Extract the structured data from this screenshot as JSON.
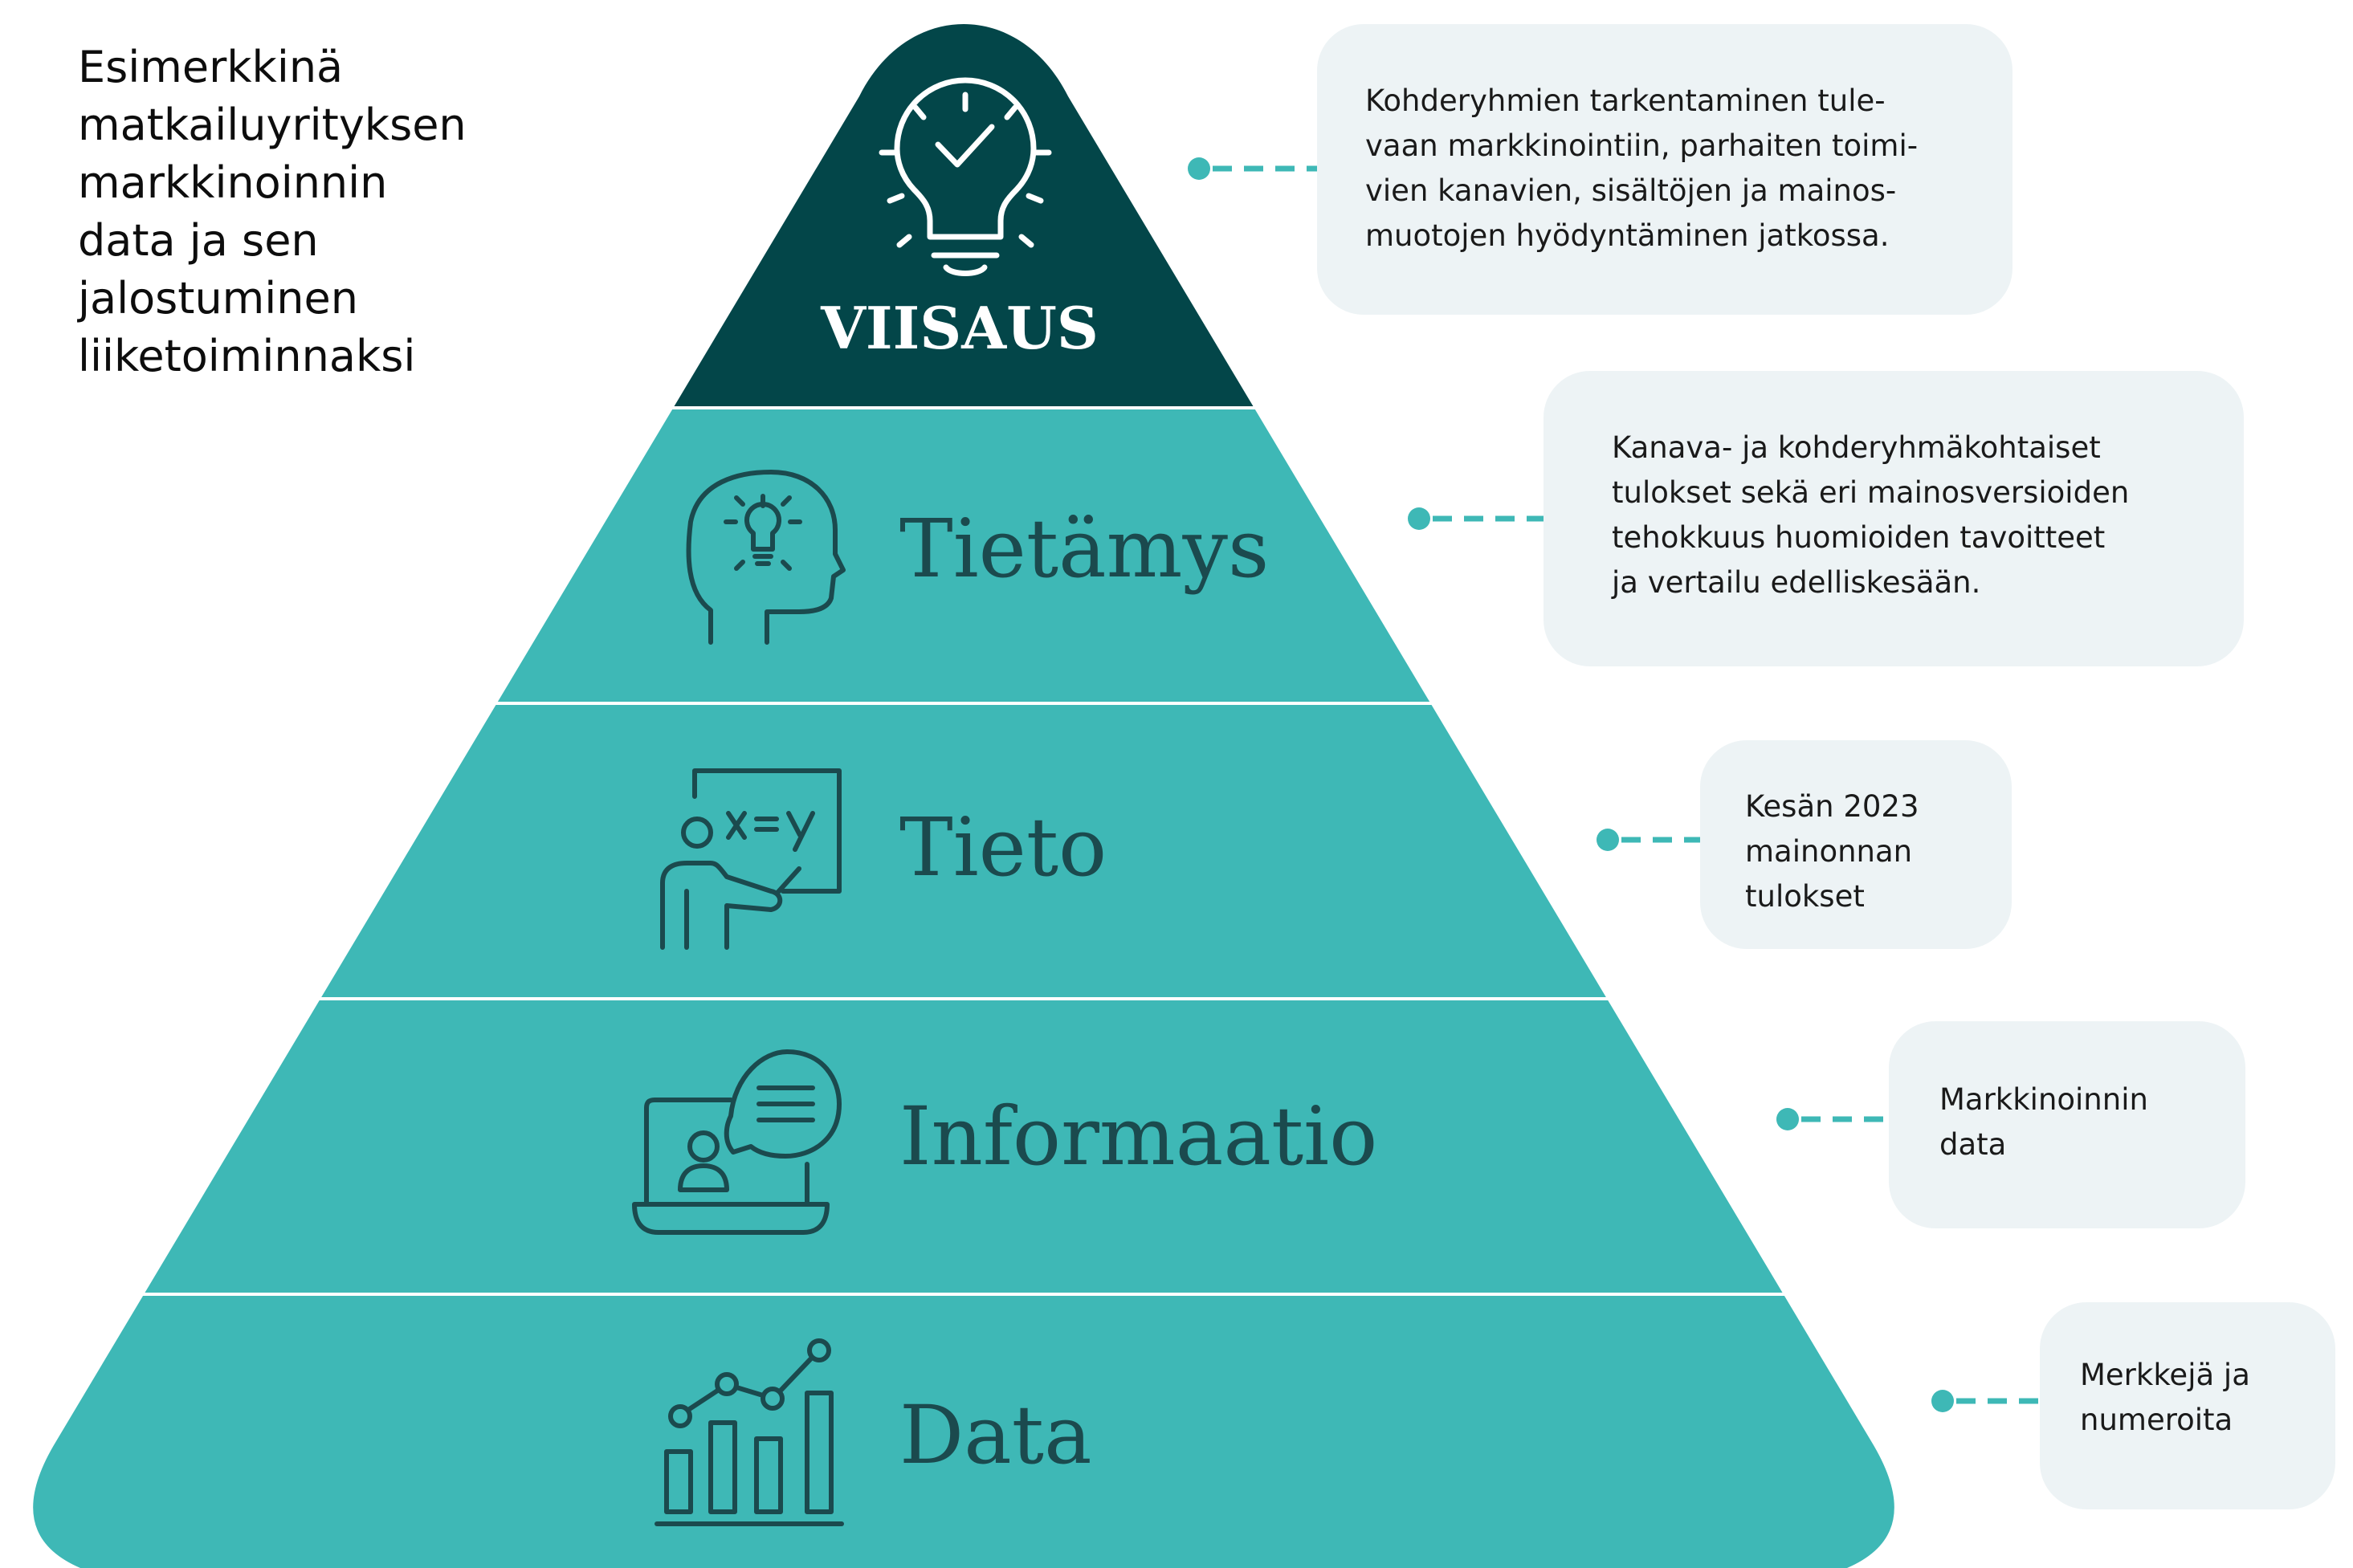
{
  "title_lines": [
    "Esimerkkinä",
    "matkailuyrityksen",
    "markkinoinnin",
    "data ja sen",
    "jalostuminen",
    "liiketoiminnaksi"
  ],
  "pyramid": {
    "levels": [
      {
        "label": "VIISAUS",
        "icon": "lightbulb-check-icon",
        "color": "#034649"
      },
      {
        "label": "Tietämys",
        "icon": "head-lightbulb-icon",
        "color": "#3eb8b6"
      },
      {
        "label": "Tieto",
        "icon": "teacher-board-icon",
        "color": "#3eb8b6"
      },
      {
        "label": "Informaatio",
        "icon": "laptop-chat-icon",
        "color": "#3eb8b6"
      },
      {
        "label": "Data",
        "icon": "bar-line-chart-icon",
        "color": "#3eb8b6"
      }
    ]
  },
  "callouts": [
    {
      "lines": [
        "Kohderyhmien tarkentaminen tule-",
        "vaan markkinointiin, parhaiten toimi-",
        "vien kanavien, sisältöjen ja mainos-",
        "muotojen hyödyntäminen jatkossa."
      ]
    },
    {
      "lines": [
        "Kanava- ja kohderyhmäkohtaiset",
        "tulokset sekä eri mainosversioiden",
        "tehokkuus huomioiden tavoitteet",
        "ja vertailu edelliskesään."
      ]
    },
    {
      "lines": [
        "Kesän 2023",
        "mainonnan",
        "tulokset"
      ]
    },
    {
      "lines": [
        "Markkinoinnin",
        "data"
      ]
    },
    {
      "lines": [
        "Merkkejä ja",
        "numeroita"
      ]
    }
  ],
  "colors": {
    "dark": "#034649",
    "teal": "#3eb8b6",
    "icon_stroke": "#1b4a4e",
    "bubble": "#edf3f5",
    "connector": "#3eb8b6"
  }
}
